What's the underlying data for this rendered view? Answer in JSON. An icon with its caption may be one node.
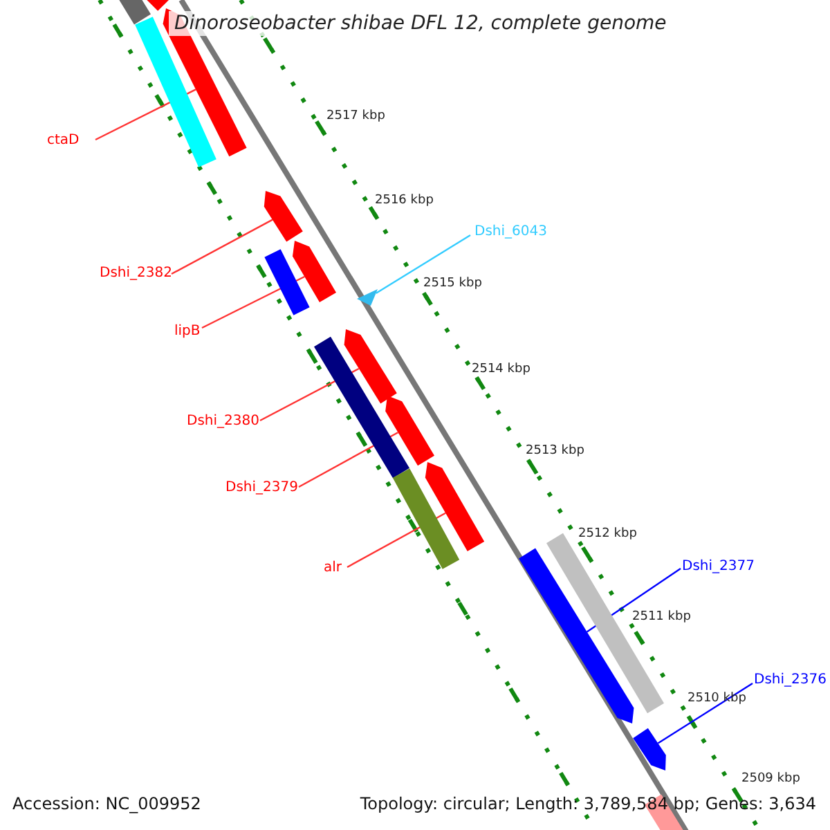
{
  "diagram": {
    "title": "Dinoroseobacter shibae DFL 12, complete genome",
    "nodes": [
      {
        "text": [
          "ctaD"
        ]
      },
      {
        "text": [
          "Dshi_2382"
        ]
      },
      {
        "text": [
          "lipB"
        ]
      },
      {
        "text": [
          "Dshi_2380"
        ]
      },
      {
        "text": [
          "Dshi_2379"
        ]
      },
      {
        "text": [
          "alr"
        ]
      },
      {
        "text": [
          "Dshi_6043"
        ]
      },
      {
        "text": [
          "Dshi_2377"
        ]
      },
      {
        "text": [
          "Dshi_2376"
        ]
      },
      {
        "text": [],
        "shape": "bar"
      },
      {
        "text": [],
        "shape": "bar"
      },
      {
        "text": [],
        "shape": "bar"
      },
      {
        "text": [],
        "shape": "bar"
      },
      {
        "text": [],
        "shape": "bar"
      },
      {
        "text": [],
        "shape": "bar"
      },
      {
        "text": [],
        "shape": "triangle"
      },
      {
        "text": [],
        "shape": "bar"
      },
      {
        "text": [],
        "shape": "bar"
      },
      {
        "text": [],
        "shape": "bar"
      },
      {
        "text": [],
        "shape": "bar"
      },
      {
        "text": [],
        "shape": "bar"
      },
      {
        "text": [],
        "shape": "bar"
      },
      {
        "text": [],
        "shape": "bar"
      },
      {
        "text": [],
        "shape": "bar"
      },
      {
        "text": [],
        "shape": "bar"
      },
      {
        "text": [],
        "shape": "bar"
      }
    ],
    "edges": [
      {
        "from": 0,
        "to": 9,
        "arrow": "none"
      },
      {
        "from": 1,
        "to": 10,
        "arrow": "none"
      },
      {
        "from": 2,
        "to": 11,
        "arrow": "none"
      },
      {
        "from": 3,
        "to": 12,
        "arrow": "none"
      },
      {
        "from": 4,
        "to": 13,
        "arrow": "none"
      },
      {
        "from": 5,
        "to": 14,
        "arrow": "none"
      },
      {
        "from": 6,
        "to": 15,
        "arrow": "none",
        "color": "#33ccff"
      },
      {
        "from": 7,
        "to": 16,
        "arrow": "none",
        "color": "#0000ff"
      },
      {
        "from": 8,
        "to": 17,
        "arrow": "none",
        "color": "#0000ff"
      }
    ],
    "labels": [
      "2517 kbp",
      "2516 kbp",
      "2515 kbp",
      "2514 kbp",
      "2513 kbp",
      "2512 kbp",
      "2511 kbp",
      "2510 kbp",
      "2509 kbp",
      "Accession: NC_009952",
      "Topology: circular; Length: 3,789,584 bp; Genes: 3,634"
    ]
  }
}
